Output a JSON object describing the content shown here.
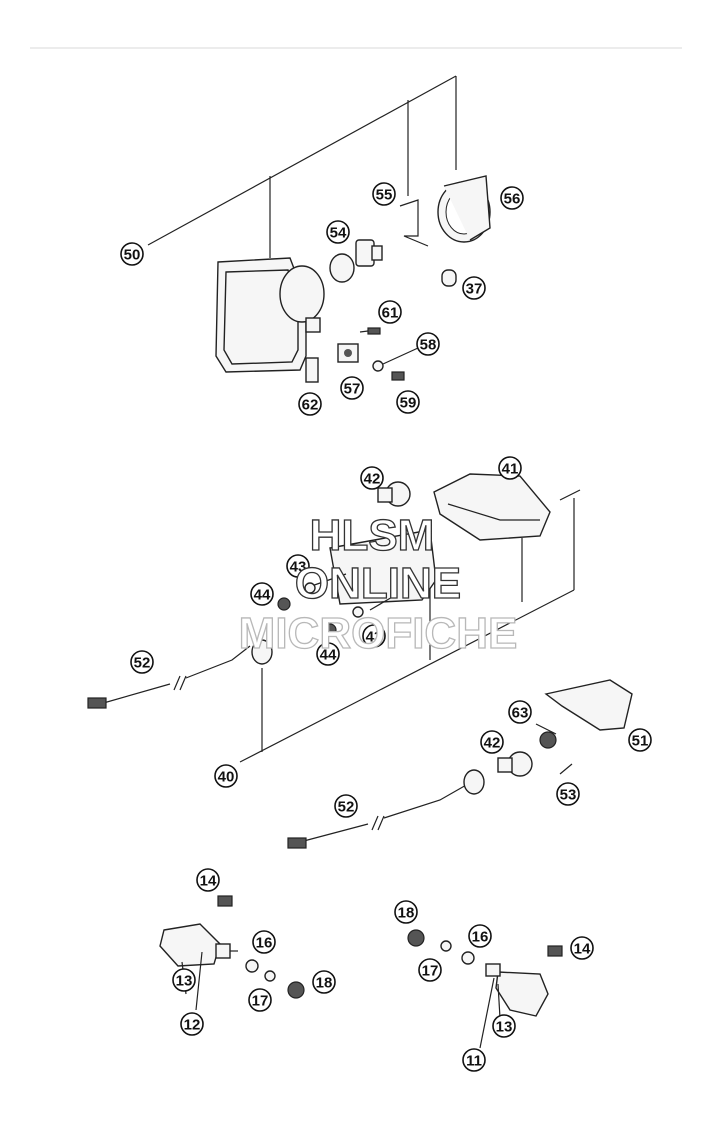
{
  "watermark": {
    "line1": "HLSM",
    "line2": "ONLINE",
    "line3": "MICROFICHE"
  },
  "callouts": [
    "50",
    "55",
    "56",
    "54",
    "37",
    "61",
    "58",
    "57",
    "59",
    "62",
    "42",
    "41",
    "43",
    "44",
    "44",
    "43",
    "52",
    "40",
    "63",
    "42",
    "51",
    "53",
    "52",
    "14",
    "16",
    "13",
    "18",
    "17",
    "12",
    "18",
    "16",
    "14",
    "17",
    "13",
    "11"
  ],
  "icons": {
    "headlight": "headlight-housing-icon",
    "bulb": "bulb-icon",
    "ring": "trim-ring-icon",
    "lens": "lens-cover-icon",
    "harness": "wire-harness-icon",
    "indicator": "turn-signal-icon"
  }
}
